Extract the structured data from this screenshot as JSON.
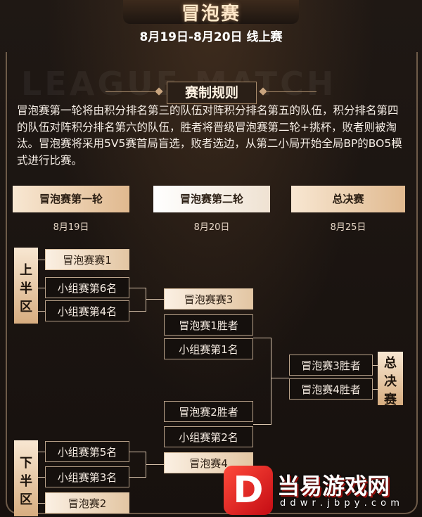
{
  "header": {
    "title": "冒泡赛",
    "date_line": "8月19日-8月20日 线上赛",
    "bg_watermark": "LEAGUE MATCH"
  },
  "rules": {
    "title": "赛制规则",
    "text": "冒泡赛第一轮将由积分排名第三的队伍对阵积分排名第五的队伍，积分排名第四的队伍对阵积分排名第六的队伍，胜者将晋级冒泡赛第二轮+挑杯，败者则被淘汰。冒泡赛将采用5V5赛首局盲选，败者选边，从第二小局开始全局BP的BO5模式进行比赛。"
  },
  "stages": [
    {
      "label": "冒泡赛第一轮",
      "date": "8月19日"
    },
    {
      "label": "冒泡赛第二轮",
      "date": "8月20日"
    },
    {
      "label": "总决赛",
      "date": "8月25日"
    }
  ],
  "bracket": {
    "upper_label": [
      "上",
      "半",
      "区"
    ],
    "lower_label": [
      "下",
      "半",
      "区"
    ],
    "final_label": [
      "总",
      "决",
      "赛"
    ],
    "round1_upper": [
      "冒泡赛赛1",
      "小组赛第6名",
      "小组赛第4名"
    ],
    "round1_lower": [
      "小组赛第5名",
      "小组赛第3名",
      "冒泡赛2"
    ],
    "round2_upper": [
      "冒泡赛赛3",
      "冒泡赛1胜者",
      "小组赛第1名"
    ],
    "round2_lower": [
      "冒泡赛2胜者",
      "小组赛第2名",
      "冒泡赛4"
    ],
    "final": [
      "冒泡赛3胜者",
      "冒泡赛4胜者"
    ]
  },
  "watermark": {
    "logo_letter": "D",
    "name": "当易游戏网",
    "url": "d d w r . j b p y . c o m"
  },
  "colors": {
    "background": "#1b1512",
    "gold_light": "#f8e7d2",
    "gold_dark": "#d7ad80",
    "line": "#d7c2ab",
    "logo_red": "#d8141c"
  }
}
